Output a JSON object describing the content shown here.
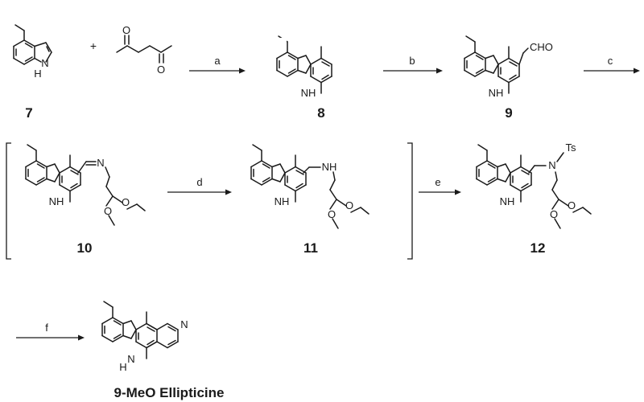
{
  "scheme": {
    "compounds": {
      "c7": {
        "number": "7",
        "atoms": {
          "nh": "N",
          "h": "H"
        }
      },
      "dione": {
        "atoms": {
          "o1": "O",
          "o2": "O"
        }
      },
      "c8": {
        "number": "8",
        "atoms": {
          "nh": "NH"
        }
      },
      "c9": {
        "number": "9",
        "atoms": {
          "nh": "NH",
          "cho": "CHO"
        }
      },
      "c10": {
        "number": "10",
        "atoms": {
          "nh": "NH",
          "n": "N",
          "o1": "O",
          "o2": "O"
        }
      },
      "c11": {
        "number": "11",
        "atoms": {
          "nh": "NH",
          "nh2": "NH",
          "o1": "O",
          "o2": "O"
        }
      },
      "c12": {
        "number": "12",
        "atoms": {
          "nh": "NH",
          "n": "N",
          "ts": "Ts",
          "o1": "O",
          "o2": "O"
        }
      },
      "product": {
        "name": "9-MeO Ellipticine",
        "atoms": {
          "nh": "N",
          "h": "H",
          "n": "N"
        }
      }
    },
    "plus_sign": "+",
    "steps": [
      "a",
      "b",
      "c",
      "d",
      "e",
      "f"
    ]
  }
}
